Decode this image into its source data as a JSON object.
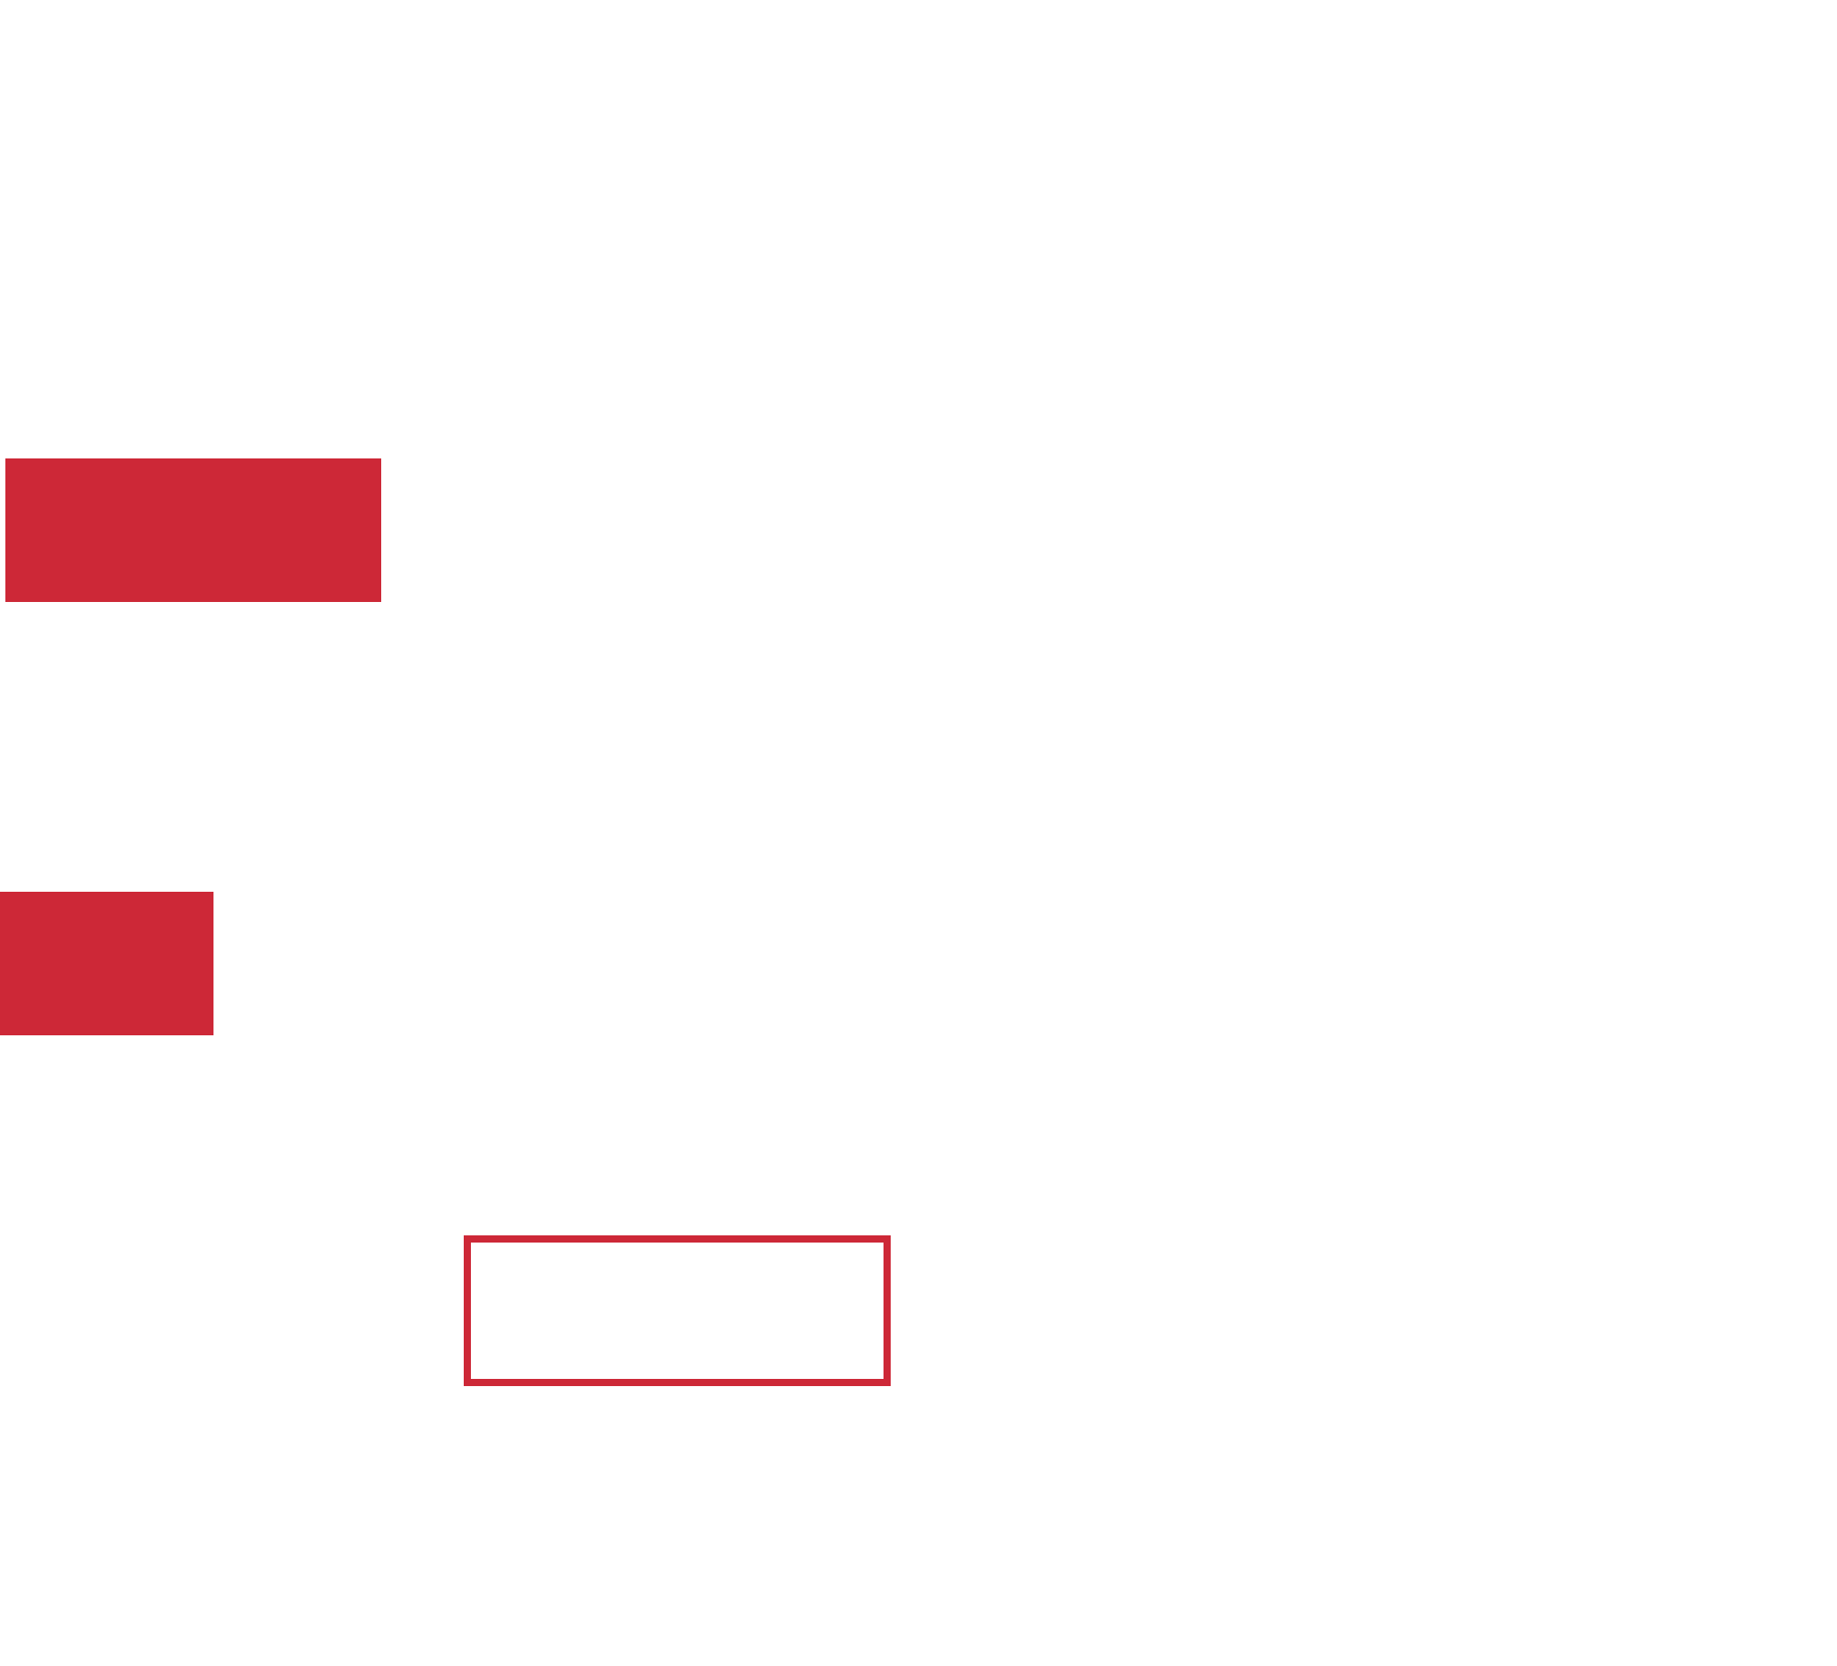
{
  "colors": {
    "background": "#ffffff",
    "accent": "#cd2837"
  },
  "shapes": [
    {
      "kind": "filled-rectangle"
    },
    {
      "kind": "filled-rectangle"
    },
    {
      "kind": "outlined-rectangle"
    }
  ]
}
